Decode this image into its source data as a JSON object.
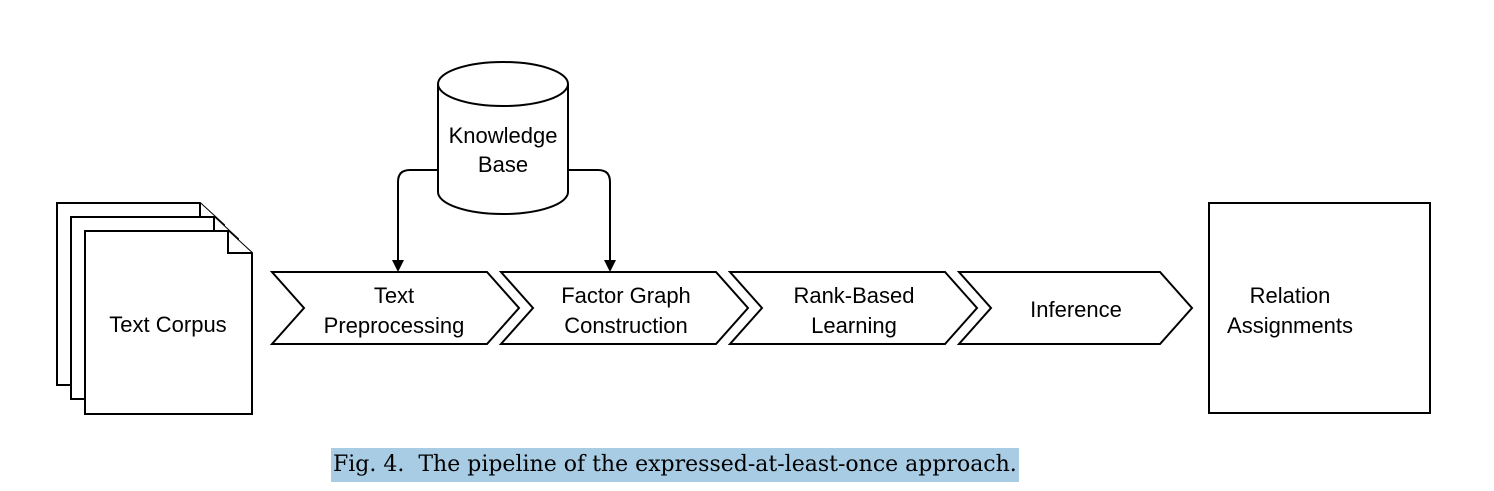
{
  "nodes": {
    "text_corpus": "Text Corpus",
    "knowledge_base": [
      "Knowledge",
      "Base"
    ],
    "text_preprocessing": [
      "Text",
      "Preprocessing"
    ],
    "factor_graph_construction": [
      "Factor Graph",
      "Construction"
    ],
    "rank_based_learning": [
      "Rank-Based",
      "Learning"
    ],
    "inference": "Inference",
    "relation_assignments": [
      "Relation",
      "Assignments"
    ]
  },
  "caption": {
    "number": "Fig. 4.",
    "text": "The pipeline of the expressed-at-least-once approach.",
    "highlight_color": "#a8cce4"
  }
}
